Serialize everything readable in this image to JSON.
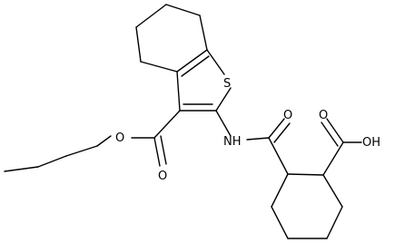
{
  "molecule": {
    "atom_labels": {
      "sulfur": "S",
      "nh": "NH",
      "amide_oxygen": "O",
      "cooh": "OH",
      "cooh_carbonyl_oxygen": "O",
      "ester_ether_oxygen": "O",
      "ester_carbonyl_oxygen": "O"
    },
    "colors": {
      "bond": "#000000",
      "text": "#000000",
      "background": "#ffffff"
    }
  }
}
